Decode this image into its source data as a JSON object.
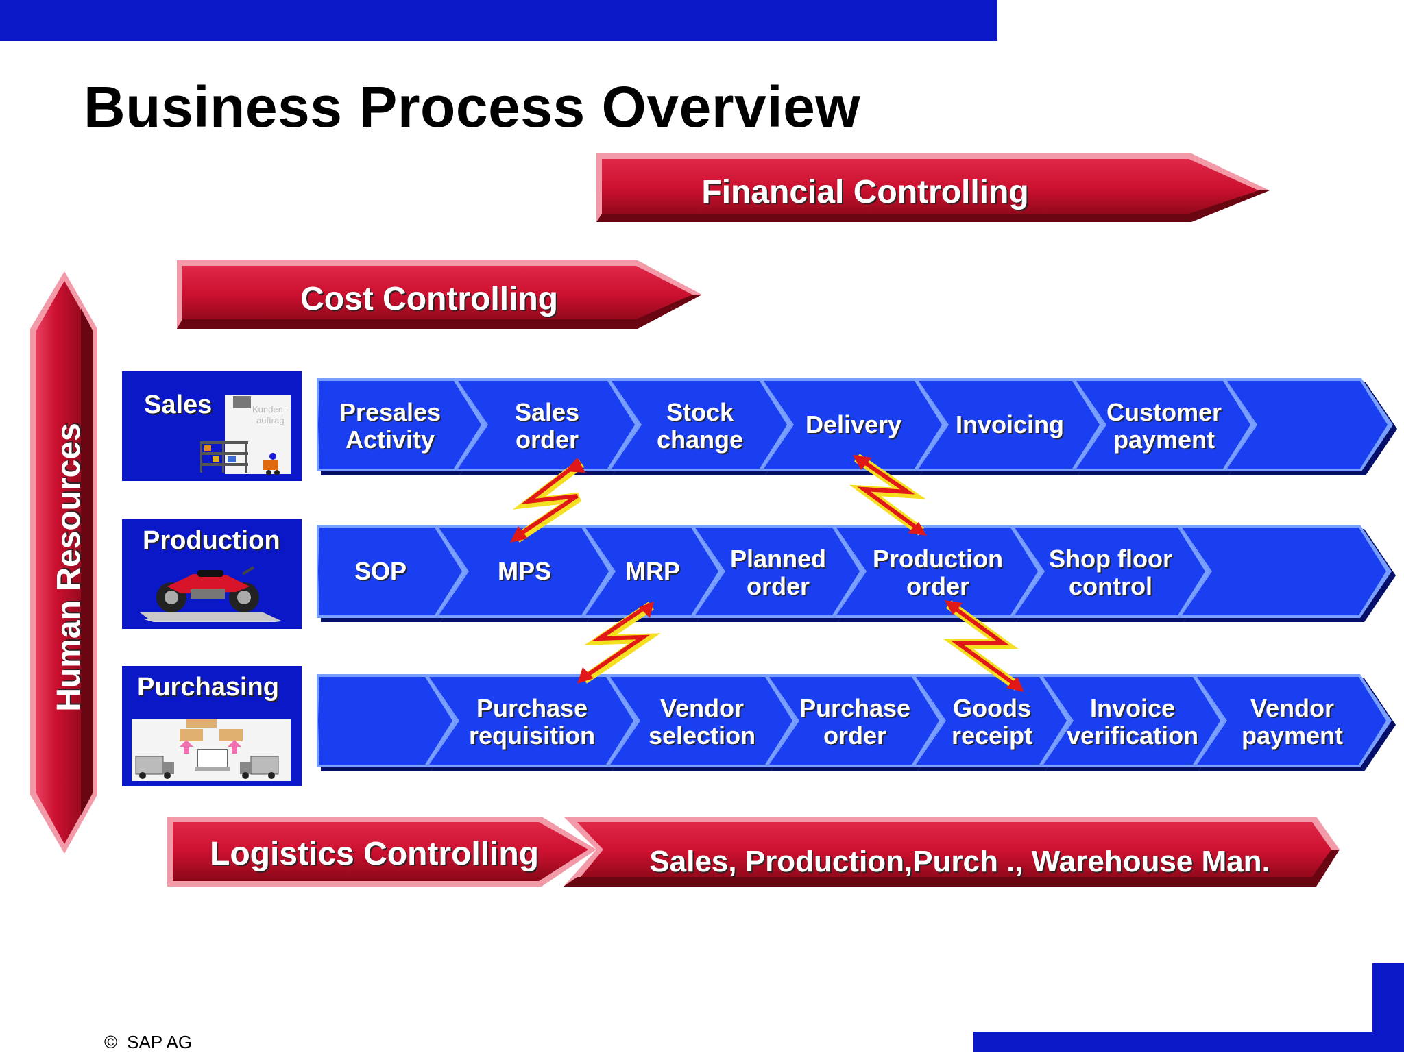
{
  "page": {
    "title": "Business Process Overview",
    "copyright_symbol": "©",
    "copyright_text": "SAP AG"
  },
  "controlling_bars": {
    "financial": "Financial Controlling",
    "cost": "Cost Controlling",
    "human_resources": "Human Resources",
    "logistics": "Logistics Controlling",
    "logistics_detail": "Sales, Production,Purch ., Warehouse Man."
  },
  "rows": {
    "sales": {
      "label": "Sales",
      "picture_text_1": "Kunden -",
      "picture_text_2": "auftrag",
      "steps": [
        {
          "line1": "Presales",
          "line2": "Activity"
        },
        {
          "line1": "Sales",
          "line2": "order"
        },
        {
          "line1": "Stock",
          "line2": "change"
        },
        {
          "line1": "Delivery",
          "line2": ""
        },
        {
          "line1": "Invoicing",
          "line2": ""
        },
        {
          "line1": "Customer",
          "line2": "payment"
        },
        {
          "line1": "",
          "line2": ""
        }
      ]
    },
    "production": {
      "label": "Production",
      "steps": [
        {
          "line1": "SOP",
          "line2": ""
        },
        {
          "line1": "MPS",
          "line2": ""
        },
        {
          "line1": "MRP",
          "line2": ""
        },
        {
          "line1": "Planned",
          "line2": "order"
        },
        {
          "line1": "Production",
          "line2": "order"
        },
        {
          "line1": "Shop floor",
          "line2": "control"
        },
        {
          "line1": "",
          "line2": ""
        }
      ]
    },
    "purchasing": {
      "label": "Purchasing",
      "steps": [
        {
          "line1": "",
          "line2": ""
        },
        {
          "line1": "Purchase",
          "line2": "requisition"
        },
        {
          "line1": "Vendor",
          "line2": "selection"
        },
        {
          "line1": "Purchase",
          "line2": "order"
        },
        {
          "line1": "Goods",
          "line2": "receipt"
        },
        {
          "line1": "Invoice",
          "line2": "verification"
        },
        {
          "line1": "Vendor",
          "line2": "payment"
        }
      ]
    }
  },
  "colors": {
    "process_blue": "#1a3ff0",
    "box_blue": "#0a18c8",
    "controlling_red": "#cc1030",
    "lightning_red": "#e01818",
    "lightning_yellow": "#f4e020"
  }
}
